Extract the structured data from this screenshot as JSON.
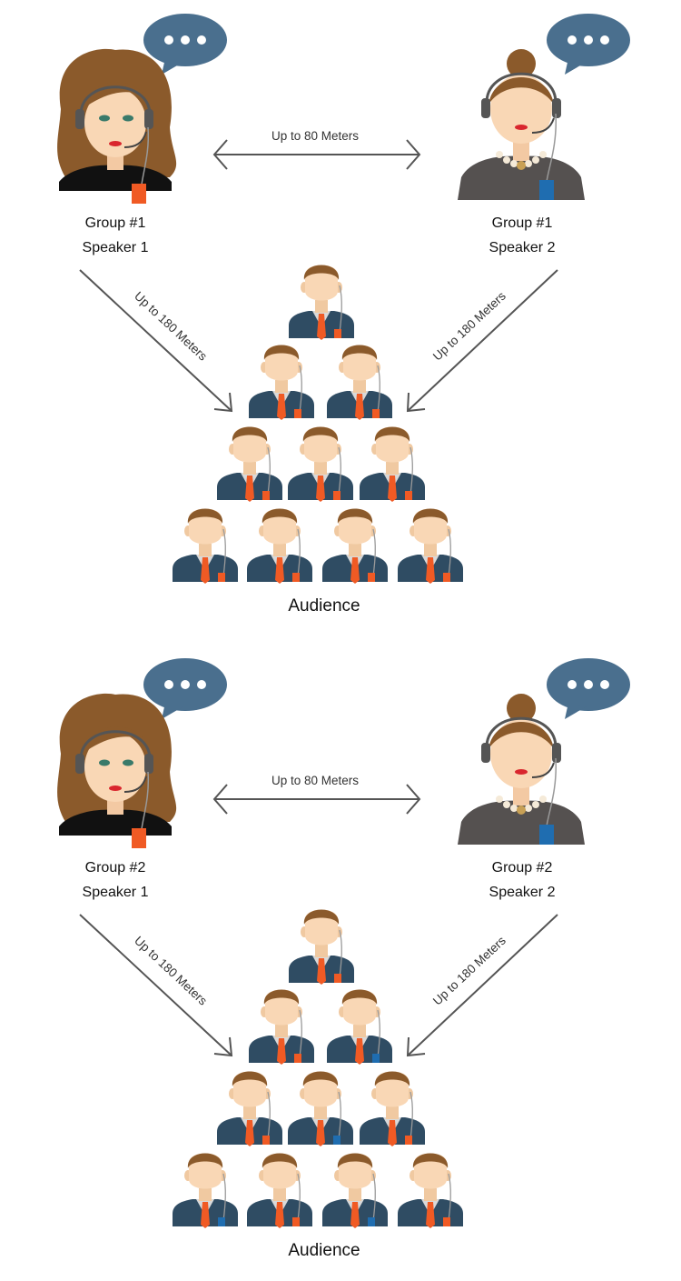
{
  "colors": {
    "bubble": "#4a6f8e",
    "hair": "#8b5a2b",
    "skin": "#f9d7b5",
    "suit": "#2f4c63",
    "tie": "#f05a24",
    "badge_blue": "#1f6db0",
    "arrow": "#555555"
  },
  "groups": [
    {
      "speaker1_group": "Group #1",
      "speaker1_name": "Speaker 1",
      "speaker2_group": "Group #1",
      "speaker2_name": "Speaker 2",
      "speaker_distance": "Up to 80 Meters",
      "left_distance": "Up to 180 Meters",
      "right_distance": "Up to 180 Meters",
      "audience_label": "Audience",
      "audience_badge_colors": [
        "orange",
        "orange",
        "orange",
        "orange",
        "orange",
        "orange",
        "orange",
        "orange",
        "orange",
        "orange"
      ]
    },
    {
      "speaker1_group": "Group #2",
      "speaker1_name": "Speaker 1",
      "speaker2_group": "Group #2",
      "speaker2_name": "Speaker 2",
      "speaker_distance": "Up to 80 Meters",
      "left_distance": "Up to 180 Meters",
      "right_distance": "Up to 180 Meters",
      "audience_label": "Audience",
      "audience_badge_colors": [
        "orange",
        "orange",
        "blue",
        "orange",
        "blue",
        "orange",
        "blue",
        "orange",
        "blue",
        "orange"
      ]
    }
  ]
}
